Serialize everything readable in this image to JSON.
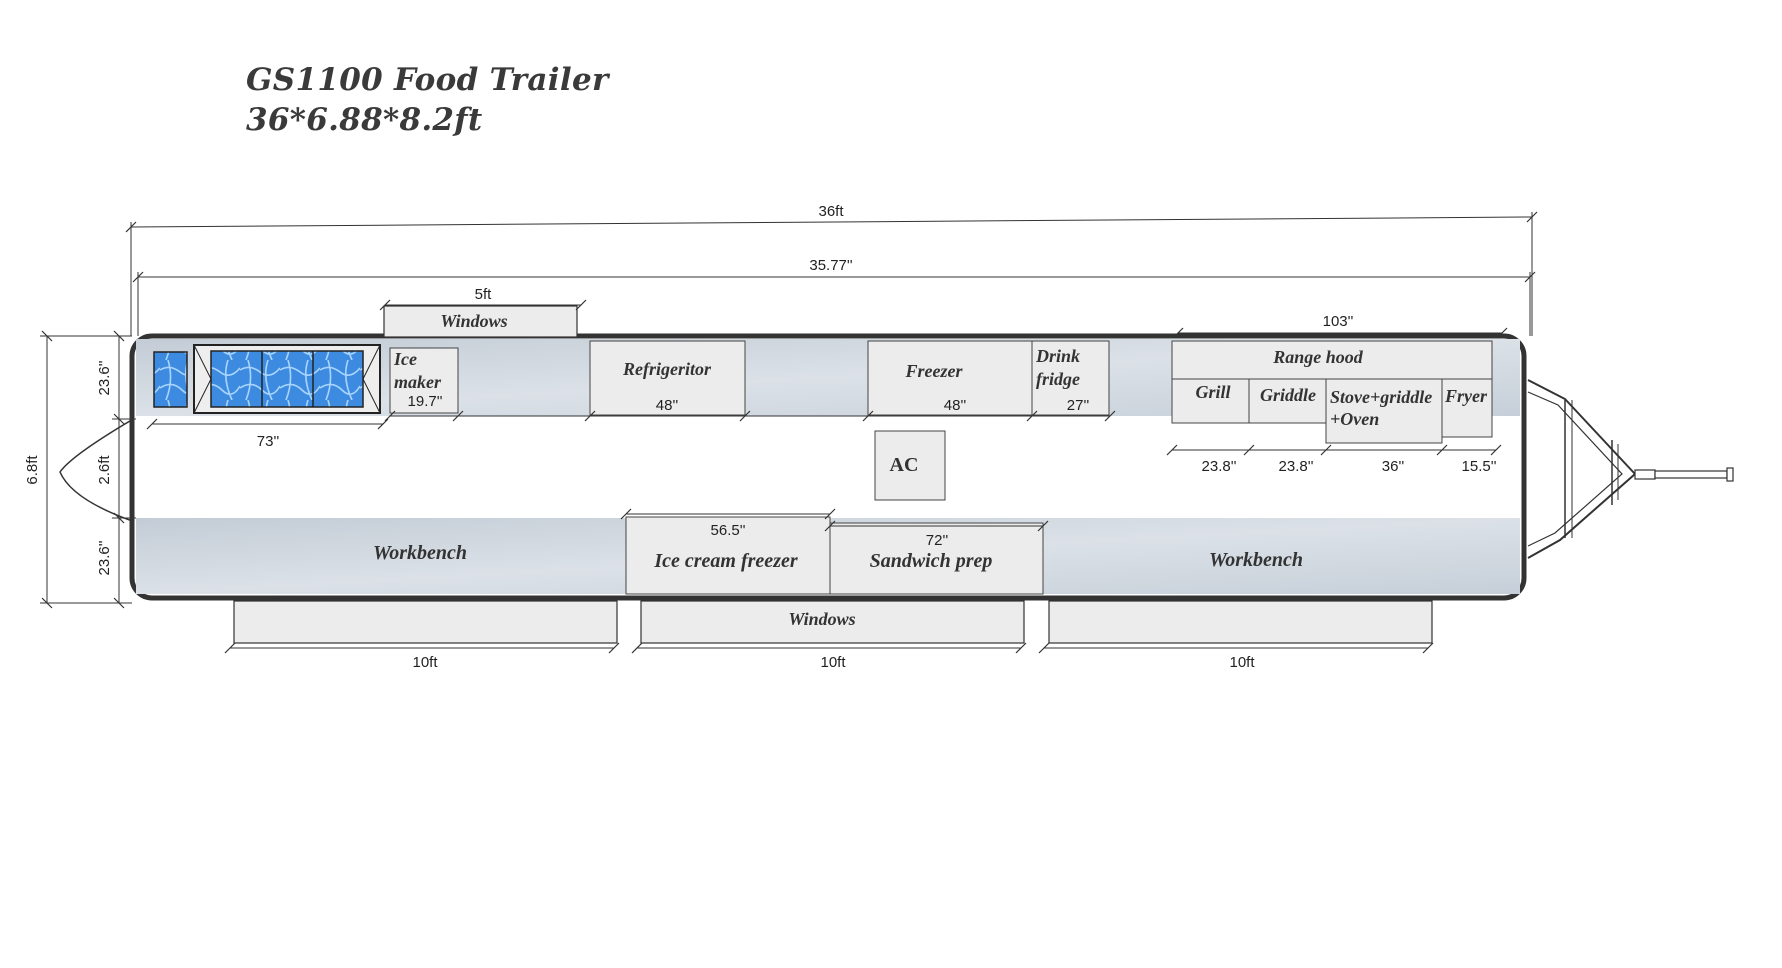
{
  "title": {
    "line1": "GS1100 Food Trailer",
    "line2": "36*6.88*8.2ft"
  },
  "dimensions": {
    "overall_length": "36ft",
    "interior_length": "35.77''",
    "top_window": "5ft",
    "range_hood_width": "103''",
    "overall_width": "6.8ft",
    "counter_depth_top": "23.6''",
    "aisle_width": "2.6ft",
    "counter_depth_bottom": "23.6''",
    "sink_width": "73''",
    "ice_maker_width": "19.7''",
    "refrigerator_width": "48''",
    "freezer_width": "48''",
    "drink_fridge_width": "27''",
    "grill_width": "23.8''",
    "griddle_width": "23.8''",
    "stove_width": "36''",
    "fryer_width": "15.5''",
    "ice_cream_freezer_width": "56.5''",
    "sandwich_prep_width": "72''",
    "window_left": "10ft",
    "window_center": "10ft",
    "window_right": "10ft"
  },
  "equipment": {
    "top_windows": "Windows",
    "ice_maker_line1": "Ice",
    "ice_maker_line2": "maker",
    "refrigerator": "Refrigeritor",
    "freezer": "Freezer",
    "drink_fridge_line1": "Drink",
    "drink_fridge_line2": "fridge",
    "range_hood": "Range hood",
    "grill": "Grill",
    "griddle": "Griddle",
    "stove_line1": "Stove+griddle",
    "stove_line2": "+Oven",
    "fryer": "Fryer",
    "ac": "AC",
    "workbench_left": "Workbench",
    "ice_cream_freezer": "Ice cream freezer",
    "sandwich_prep": "Sandwich prep",
    "workbench_right": "Workbench",
    "bottom_windows": "Windows"
  },
  "colors": {
    "counter": "#c9d3dd",
    "equipment": "#ececec",
    "water": "#3d8be0",
    "outline": "#333333"
  }
}
